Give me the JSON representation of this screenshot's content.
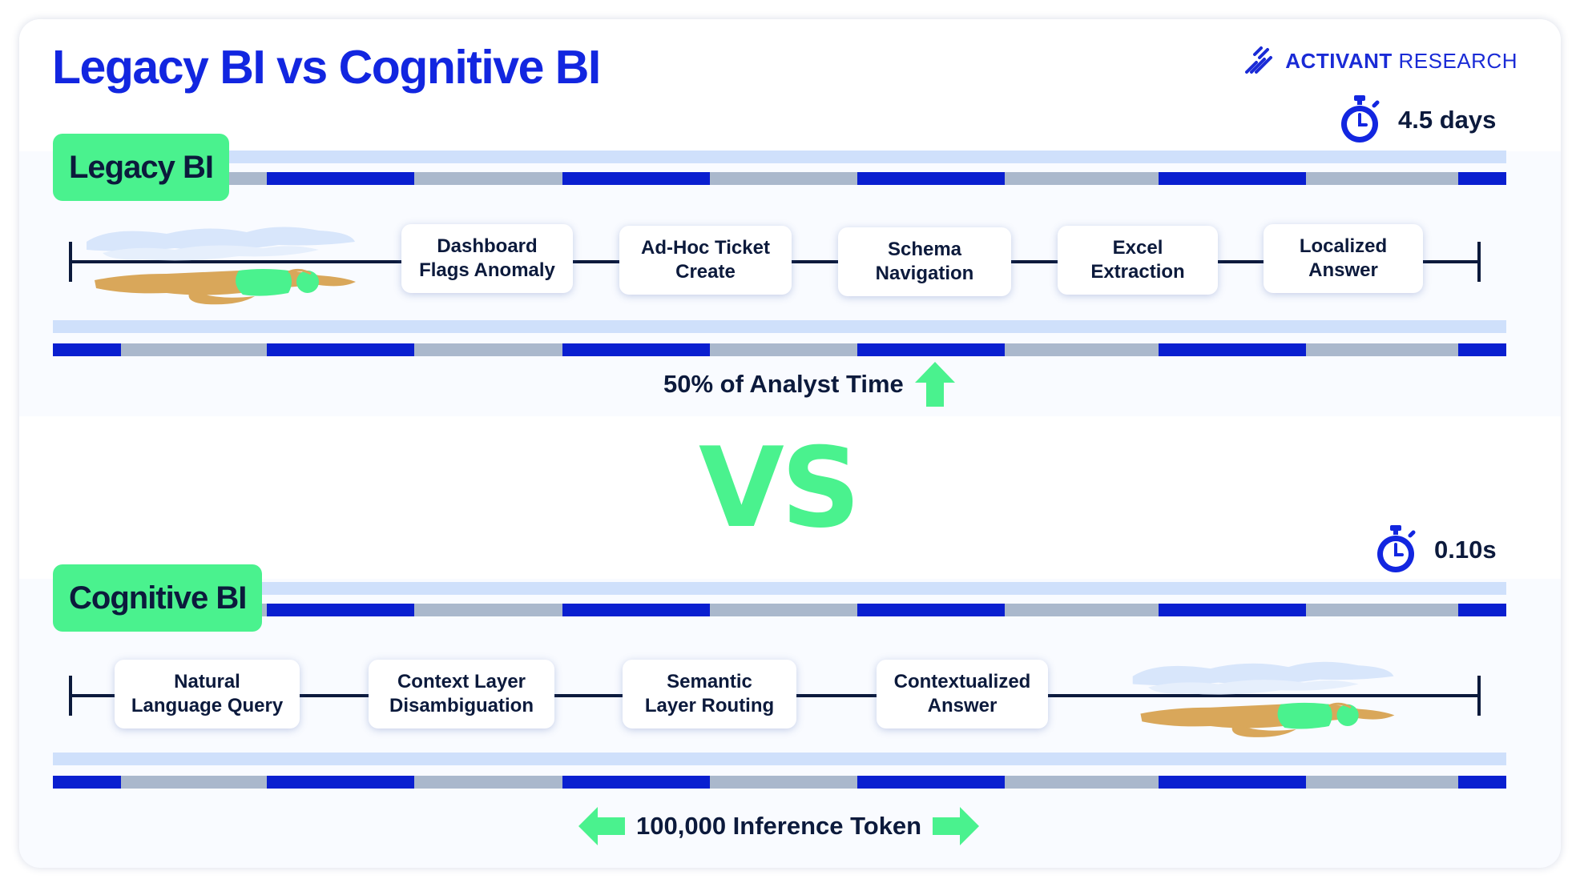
{
  "title": "Legacy BI vs Cognitive BI",
  "brand": {
    "name_bold": "ACTIVANT",
    "name_rest": "RESEARCH",
    "icon": "activant-logo-icon"
  },
  "colors": {
    "accent_blue": "#1226e0",
    "accent_green": "#4af28e",
    "dash_blue": "#0a1fd0",
    "dash_gray": "#aab8cc",
    "light_bar": "#cfe0fb",
    "ink": "#0c1a3c"
  },
  "vs_label": "VS",
  "legacy": {
    "label": "Legacy BI",
    "timer_icon": "stopwatch-icon",
    "time": "4.5 days",
    "steps": [
      {
        "label": "Dashboard\nFlags Anomaly"
      },
      {
        "label": "Ad-Hoc Ticket\nCreate"
      },
      {
        "label": "Schema\nNavigation"
      },
      {
        "label": "Excel\nExtraction"
      },
      {
        "label": "Localized\nAnswer"
      }
    ],
    "caption": "50% of Analyst Time",
    "caption_icon": "arrow-up-icon"
  },
  "cognitive": {
    "label": "Cognitive BI",
    "timer_icon": "stopwatch-icon",
    "time": "0.10s",
    "steps": [
      {
        "label": "Natural\nLanguage Query"
      },
      {
        "label": "Context Layer\nDisambiguation"
      },
      {
        "label": "Semantic\nLayer Routing"
      },
      {
        "label": "Contextualized\nAnswer"
      }
    ],
    "caption": "100,000 Inference Token",
    "caption_icons": [
      "arrow-left-icon",
      "arrow-right-icon"
    ]
  }
}
